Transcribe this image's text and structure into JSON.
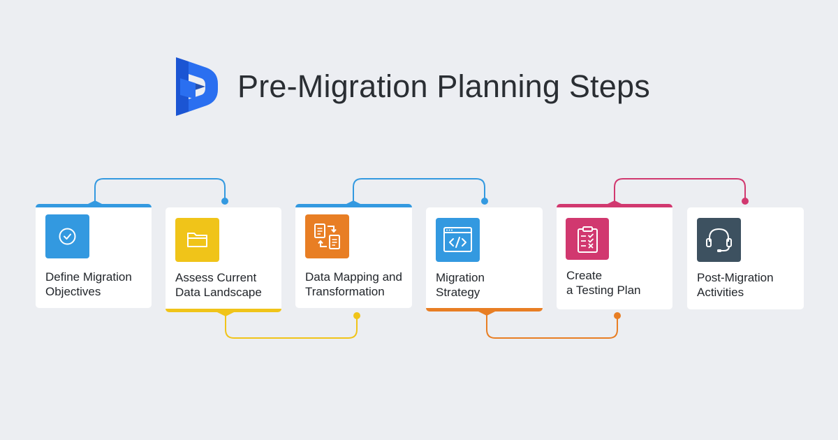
{
  "header": {
    "title": "Pre-Migration Planning Steps"
  },
  "colors": {
    "background": "#eceef2",
    "blue": "#3399e0",
    "yellow": "#f0c419",
    "orange": "#e87e24",
    "pink": "#d1386f",
    "slate": "#3d5160",
    "logo": "#1b55d3"
  },
  "steps": [
    {
      "line1": "Define Migration",
      "line2": "Objectives",
      "icon": "check-circle-icon",
      "color": "#3399e0"
    },
    {
      "line1": "Assess Current",
      "line2": "Data Landscape",
      "icon": "folder-icon",
      "color": "#f0c419"
    },
    {
      "line1": "Data Mapping and",
      "line2": "Transformation",
      "icon": "document-transform-icon",
      "color": "#e87e24"
    },
    {
      "line1": "Migration",
      "line2": "Strategy",
      "icon": "code-window-icon",
      "color": "#3399e0"
    },
    {
      "line1": "Create",
      "line2": "a Testing Plan",
      "icon": "clipboard-checklist-icon",
      "color": "#d1386f"
    },
    {
      "line1": "Post-Migration",
      "line2": "Activities",
      "icon": "headset-icon",
      "color": "#3d5160"
    }
  ]
}
